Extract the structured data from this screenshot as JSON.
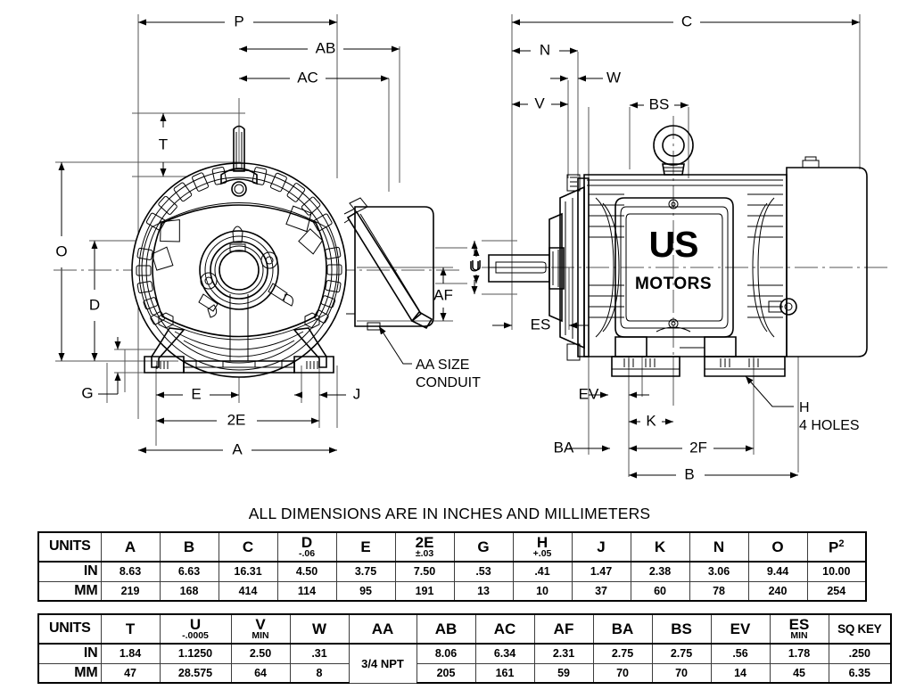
{
  "title": "ALL DIMENSIONS ARE IN INCHES AND MILLIMETERS",
  "brand": {
    "line1": "US",
    "line2": "MOTORS"
  },
  "views": {
    "front": {
      "name": "front-end-view",
      "dimension_labels": [
        "P",
        "AB",
        "AC",
        "T",
        "O",
        "D",
        "G",
        "E",
        "2E",
        "A",
        "J",
        "AF",
        "U"
      ],
      "callouts": [
        {
          "label_line1": "AA SIZE",
          "label_line2": "CONDUIT"
        }
      ]
    },
    "side": {
      "name": "side-view",
      "dimension_labels": [
        "C",
        "N",
        "W",
        "V",
        "BS",
        "U",
        "ES",
        "EV",
        "K",
        "2F",
        "BA",
        "B"
      ],
      "callouts": [
        {
          "label_line1": "H",
          "label_line2": "4 HOLES"
        }
      ]
    }
  },
  "table1": {
    "headers": [
      {
        "label": "UNITS",
        "tol": ""
      },
      {
        "label": "A",
        "tol": ""
      },
      {
        "label": "B",
        "tol": ""
      },
      {
        "label": "C",
        "tol": ""
      },
      {
        "label": "D",
        "tol": "-.06"
      },
      {
        "label": "E",
        "tol": ""
      },
      {
        "label": "2E",
        "tol": "±.03"
      },
      {
        "label": "G",
        "tol": ""
      },
      {
        "label": "H",
        "tol": "+.05"
      },
      {
        "label": "J",
        "tol": ""
      },
      {
        "label": "K",
        "tol": ""
      },
      {
        "label": "N",
        "tol": ""
      },
      {
        "label": "O",
        "tol": ""
      },
      {
        "label": "P",
        "tol": "",
        "sup": "2"
      }
    ],
    "rows": [
      {
        "unit": "IN",
        "values": [
          "8.63",
          "6.63",
          "16.31",
          "4.50",
          "3.75",
          "7.50",
          ".53",
          ".41",
          "1.47",
          "2.38",
          "3.06",
          "9.44",
          "10.00"
        ]
      },
      {
        "unit": "MM",
        "values": [
          "219",
          "168",
          "414",
          "114",
          "95",
          "191",
          "13",
          "10",
          "37",
          "60",
          "78",
          "240",
          "254"
        ]
      }
    ]
  },
  "table2": {
    "headers": [
      {
        "label": "UNITS",
        "tol": ""
      },
      {
        "label": "T",
        "tol": ""
      },
      {
        "label": "U",
        "tol": "-.0005"
      },
      {
        "label": "V",
        "tol": "MIN"
      },
      {
        "label": "W",
        "tol": ""
      },
      {
        "label": "AA",
        "tol": ""
      },
      {
        "label": "AB",
        "tol": ""
      },
      {
        "label": "AC",
        "tol": ""
      },
      {
        "label": "AF",
        "tol": ""
      },
      {
        "label": "BA",
        "tol": ""
      },
      {
        "label": "BS",
        "tol": ""
      },
      {
        "label": "EV",
        "tol": ""
      },
      {
        "label": "ES",
        "tol": "MIN"
      },
      {
        "label": "SQ KEY",
        "tol": ""
      }
    ],
    "merged": {
      "column": "AA",
      "value": "3/4 NPT"
    },
    "rows": [
      {
        "unit": "IN",
        "values": [
          "1.84",
          "1.1250",
          "2.50",
          ".31",
          "8.06",
          "6.34",
          "2.31",
          "2.75",
          "2.75",
          ".56",
          "1.78",
          ".250"
        ]
      },
      {
        "unit": "MM",
        "values": [
          "47",
          "28.575",
          "64",
          "8",
          "205",
          "161",
          "59",
          "70",
          "70",
          "14",
          "45",
          "6.35"
        ]
      }
    ]
  }
}
